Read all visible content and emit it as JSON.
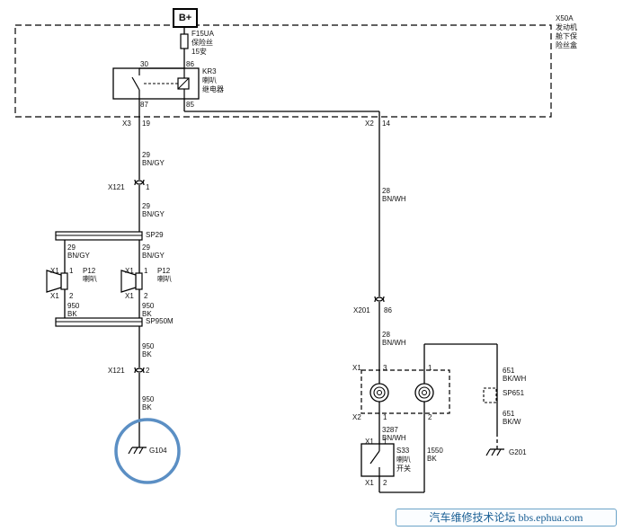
{
  "header": {
    "power": "B+"
  },
  "fusebox": {
    "id": "X50A",
    "name": [
      "发动机",
      "舱下保",
      "险丝盒"
    ]
  },
  "fuse": {
    "id": "F15UA",
    "name": "保险丝",
    "rating": "15安"
  },
  "relay": {
    "id": "KR3",
    "name": [
      "喇叭",
      "继电器"
    ],
    "pin_30": "30",
    "pin_86": "86",
    "pin_87": "87",
    "pin_85": "85"
  },
  "connectors": {
    "x3": "X3",
    "x3_pin": "19",
    "x2": "X2",
    "x2_pin": "14",
    "x121_top": "X121",
    "x121_top_pin": "1",
    "x121_bot": "X121",
    "x121_bot_pin": "2",
    "x201": "X201",
    "x201_pin": "86",
    "x1_sw": "X1",
    "x1_sw_pin_3": "3",
    "x1_sw_pin_1": "1",
    "x2_sw": "X2",
    "x2_sw_pin_1": "1",
    "x2_sw_pin_2": "2"
  },
  "wires": {
    "w29a_num": "29",
    "w29a_col": "BN/GY",
    "w29b_num": "29",
    "w29b_col": "BN/GY",
    "w29l_num": "29",
    "w29l_col": "BN/GY",
    "w29r_num": "29",
    "w29r_col": "BN/GY",
    "w28a_num": "28",
    "w28a_col": "BN/WH",
    "w28b_num": "28",
    "w28b_col": "BN/WH",
    "w950l_num": "950",
    "w950l_col": "BK",
    "w950r_num": "950",
    "w950r_col": "BK",
    "w950c_num": "950",
    "w950c_col": "BK",
    "w950d_num": "950",
    "w950d_col": "BK",
    "w3287_num": "3287",
    "w3287_col": "BN/WH",
    "w1550_num": "1550",
    "w1550_col": "BK",
    "w651a_num": "651",
    "w651a_col": "BK/WH",
    "w651b_num": "651",
    "w651b_col": "BK/W"
  },
  "splices": {
    "sp29": "SP29",
    "sp950m": "SP950M",
    "sp651": "SP651"
  },
  "horns": {
    "left": {
      "x1": "X1",
      "pin1": "1",
      "x1b": "X1",
      "pin2": "2"
    },
    "right": {
      "x1": "X1",
      "pin1": "1",
      "x1b": "X1",
      "pin2": "2",
      "id": "P12",
      "name": "喇叭"
    },
    "mid": {
      "id": "P12",
      "name": "喇叭"
    }
  },
  "switch": {
    "id": "S33",
    "name": [
      "喇叭",
      "开关"
    ],
    "x1": "X1",
    "pin_top": "1",
    "x1b": "X1",
    "pin_bot": "2"
  },
  "grounds": {
    "g104": "G104",
    "g201": "G201"
  },
  "footer": {
    "text": "汽车维修技术论坛 bbs.ephua.com"
  },
  "colors": {
    "highlight": "#5b8fc4",
    "footer": "#1a5f94"
  }
}
